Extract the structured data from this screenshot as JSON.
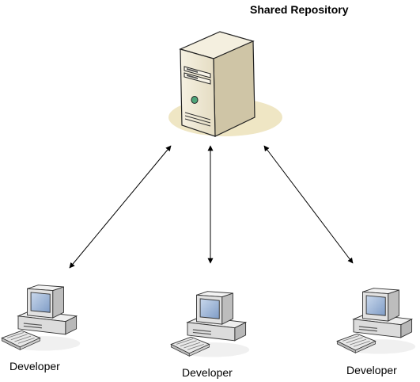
{
  "title": "Shared Repository",
  "nodes": {
    "server": {
      "icon": "server-tower-icon"
    },
    "developers": [
      {
        "label": "Developer",
        "icon": "desktop-computer-icon"
      },
      {
        "label": "Developer",
        "icon": "desktop-computer-icon"
      },
      {
        "label": "Developer",
        "icon": "desktop-computer-icon"
      }
    ]
  },
  "colors": {
    "server_body": "#efe8d4",
    "server_side": "#cdc3a3",
    "shadow": "#efe6c4",
    "pc_gray": "#e4e4e4",
    "screen_blue": "#9fb6d6",
    "line": "#000000"
  }
}
